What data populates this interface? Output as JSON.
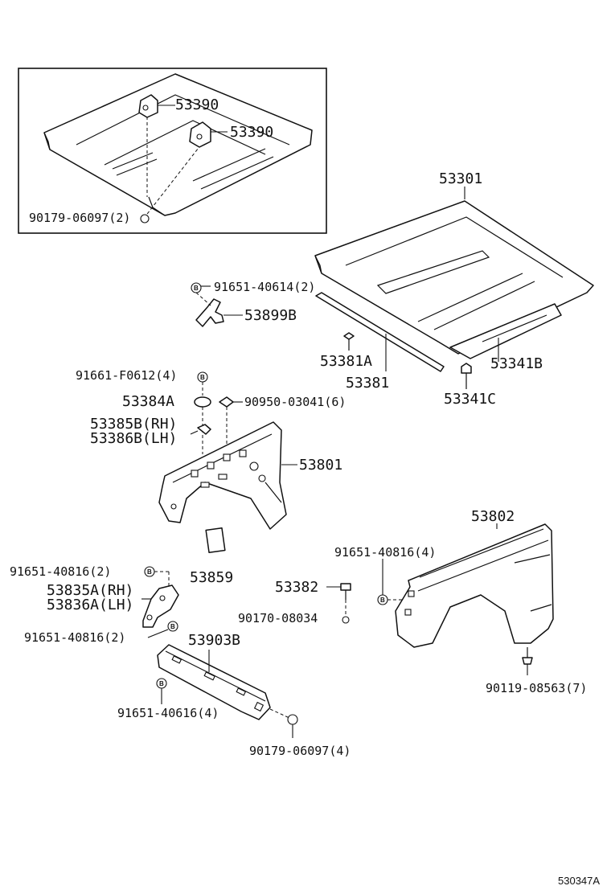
{
  "inset": {
    "label_clip_upper": "53390",
    "label_clip_lower": "53390",
    "label_nut": "90179-06097(2)"
  },
  "hood": {
    "label_hood": "53301",
    "label_seal_bolt": "91651-40614(2)",
    "label_rod": "53899B",
    "label_retainer": "53381A",
    "label_weatherstrip": "53381",
    "label_cushion": "53341B",
    "label_clip": "53341C"
  },
  "apron": {
    "label_bolt_top": "91661-F0612(4)",
    "label_seal": "53384A",
    "label_clip": "90950-03041(6)",
    "label_bracket_rh": "53385B(RH)",
    "label_bracket_lh": "53386B(LH)",
    "label_apron": "53801",
    "label_cover": "53859"
  },
  "fender": {
    "label_fender": "53802",
    "label_bolt": "91651-40816(4)",
    "label_stop": "53382",
    "label_nut": "90170-08034",
    "label_screw": "90119-08563(7)"
  },
  "support": {
    "label_bolt_upper": "91651-40816(2)",
    "label_brace_rh": "53835A(RH)",
    "label_brace_lh": "53836A(LH)",
    "label_bolt_lower": "91651-40816(2)",
    "label_member": "53903B",
    "label_member_bolt": "91651-40616(4)",
    "label_member_nut": "90179-06097(4)"
  },
  "footer": {
    "figure_code": "530347A"
  },
  "badges": {
    "letter": "B"
  }
}
